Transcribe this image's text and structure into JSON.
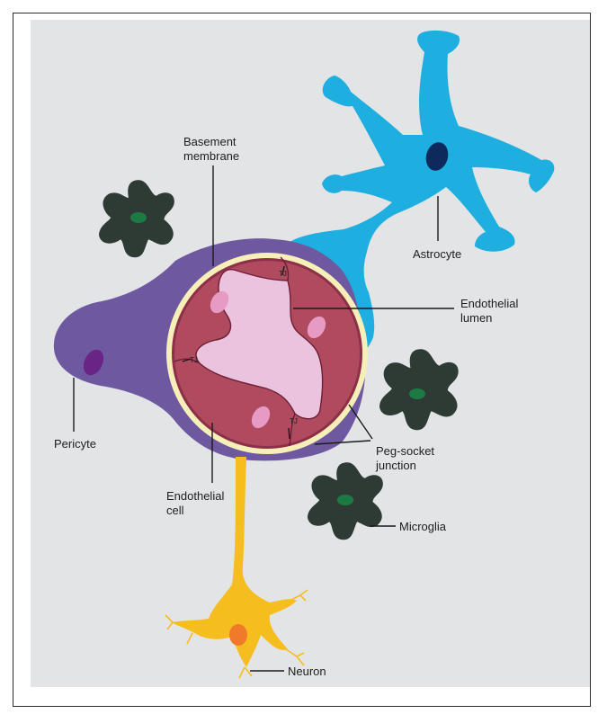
{
  "labels": {
    "basement_membrane": "Basement\nmembrane",
    "astrocyte": "Astrocyte",
    "endothelial_lumen": "Endothelial\nlumen",
    "pericyte": "Pericyte",
    "peg_socket": "Peg-socket\njunction",
    "endothelial_cell": "Endothelial\ncell",
    "microglia": "Microglia",
    "neuron": "Neuron",
    "tj": "TJ"
  },
  "colors": {
    "background": "#e3e4e6",
    "astrocyte": "#1eaee0",
    "astrocyte_nucleus": "#0e2a5c",
    "pericyte": "#6e58a0",
    "pericyte_nucleus": "#6a2486",
    "basement_membrane": "#f6efb8",
    "endothelial_cell": "#b04a5f",
    "endothelial_nucleus": "#e79ac4",
    "lumen": "#ebc3df",
    "microglia": "#2e3a34",
    "microglia_nucleus": "#1e7a44",
    "neuron": "#f6bd1e",
    "neuron_nucleus": "#f07a2a"
  }
}
